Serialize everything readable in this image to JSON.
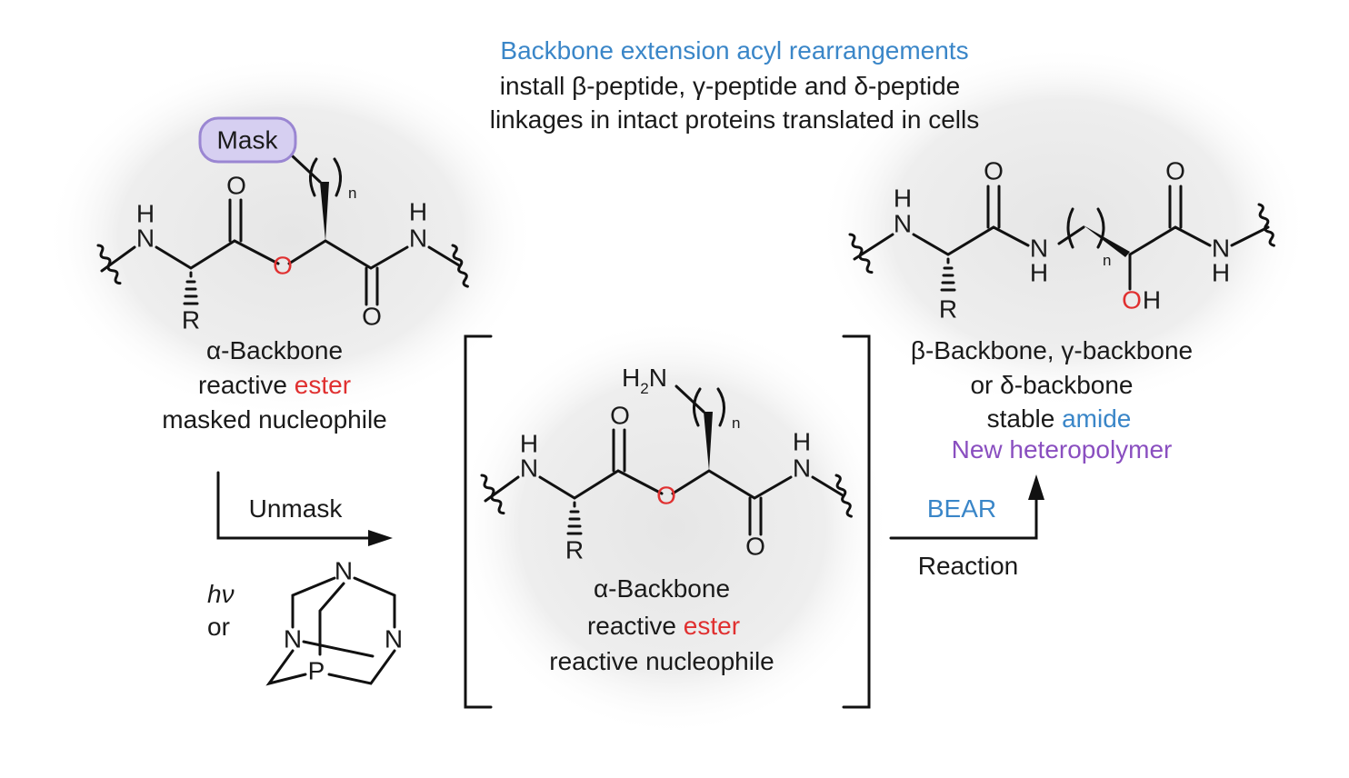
{
  "colors": {
    "blue": "#3a86c8",
    "red": "#e03030",
    "purple": "#8a4fc0",
    "mask_fill": "#d6cff1",
    "mask_stroke": "#9a86d2"
  },
  "title": {
    "line1": "Backbone extension acyl rearrangements",
    "line2": "install β-peptide, γ-peptide and δ-peptide",
    "line3": "linkages in intact proteins translated in cells"
  },
  "left": {
    "mask": "Mask",
    "atoms": {
      "N": "N",
      "H": "H",
      "O": "O",
      "R": "R",
      "n": "n"
    },
    "caption": {
      "line1": "α-Backbone",
      "line2_a": "reactive ",
      "line2_b": "ester",
      "line3": "masked nucleophile"
    }
  },
  "unmask": {
    "label": "Unmask",
    "hv": "hν",
    "or": "or",
    "pta_atoms": {
      "N": "N",
      "P": "P"
    }
  },
  "middle": {
    "amine": "H",
    "amine_sub": "2",
    "amine_N": "N",
    "caption": {
      "line1": "α-Backbone",
      "line2_a": "reactive ",
      "line2_b": "ester",
      "line3": "reactive nucleophile"
    }
  },
  "bear": {
    "label": "BEAR",
    "reaction": "Reaction"
  },
  "right": {
    "oh_o": "O",
    "oh_h": "H",
    "caption": {
      "line1": "β-Backbone, γ-backbone",
      "line2": "or δ-backbone",
      "line3_a": "stable ",
      "line3_b": "amide",
      "line4": "New heteropolymer"
    }
  }
}
